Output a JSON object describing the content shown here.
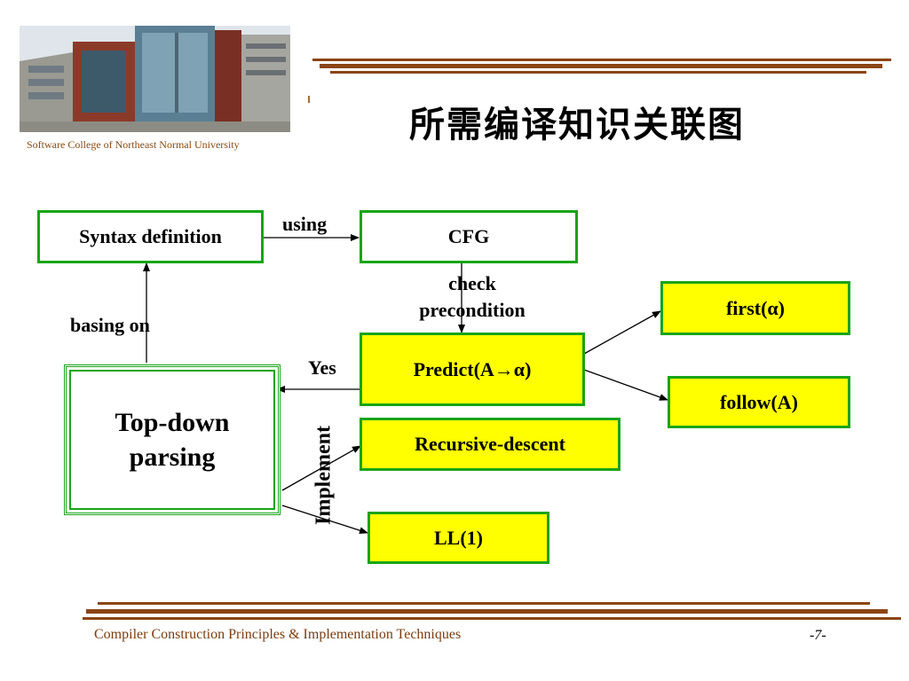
{
  "header": {
    "college": "Software College of Northeast Normal University",
    "title": "所需编译知识关联图"
  },
  "diagram": {
    "nodes": {
      "syntax": "Syntax definition",
      "cfg": "CFG",
      "predict": "Predict(A→α)",
      "first": "first(α)",
      "follow": "follow(A)",
      "recursive": "Recursive-descent",
      "ll1": "LL(1)",
      "topdown_line1": "Top-down",
      "topdown_line2": "parsing"
    },
    "edge_labels": {
      "using": "using",
      "check_line1": "check",
      "check_line2": "precondition",
      "basing": "basing on",
      "yes": "Yes",
      "implement": "Implement"
    }
  },
  "footer": {
    "course": "Compiler Construction Principles & Implementation Techniques",
    "page": "-7-"
  }
}
